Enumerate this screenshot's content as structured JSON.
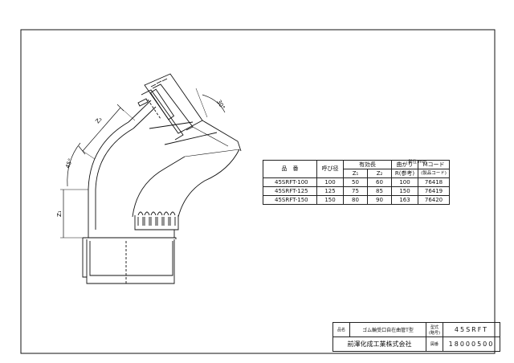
{
  "drawing": {
    "dim_z2": "Z₂",
    "dim_z1": "Z₁",
    "angle_45": "45°",
    "angle_30": "30°"
  },
  "spec_table": {
    "unit": "単位:mm",
    "headers": {
      "hinban": "品　番",
      "yobikei": "呼び径",
      "yuko_cho": "有効長",
      "z1": "Z₁",
      "z2": "Z₂",
      "magari": "曲がり",
      "r_ref": "R(参考)",
      "mcode": "Mコード",
      "mcode_sub": "(製品コード)"
    },
    "rows": [
      {
        "name": "45SRFT-100",
        "size": "100",
        "z1": "50",
        "z2": "60",
        "r": "100",
        "code": "76418"
      },
      {
        "name": "45SRFT-125",
        "size": "125",
        "z1": "75",
        "z2": "85",
        "r": "150",
        "code": "76419"
      },
      {
        "name": "45SRFT-150",
        "size": "150",
        "z1": "80",
        "z2": "90",
        "r": "163",
        "code": "76420"
      }
    ]
  },
  "title_block": {
    "hinmei_label": "品名",
    "product_name": "ゴム輪受口自在曲管T型",
    "keishiki_label": "型式(略号)",
    "model": "45SRFT",
    "company": "前澤化成工業株式会社",
    "zuban_label": "図番",
    "drawing_no": "18000500"
  }
}
